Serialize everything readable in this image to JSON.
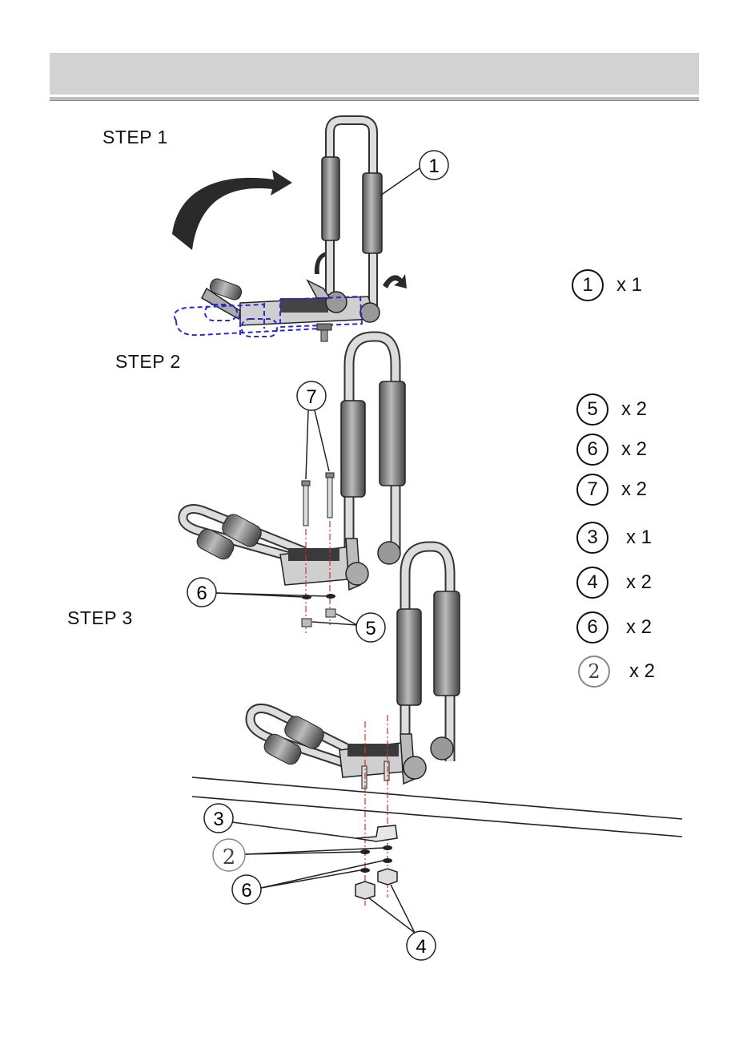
{
  "steps": [
    "STEP 1",
    "STEP 2",
    "STEP 3"
  ],
  "callouts": {
    "c1": "1",
    "c7": "7",
    "c6a": "6",
    "c5": "5",
    "c3": "3",
    "c2": "2",
    "c6b": "6",
    "c4": "4"
  },
  "parts_step1": [
    {
      "num": "1",
      "qty": "x 1"
    }
  ],
  "parts_step2": [
    {
      "num": "5",
      "qty": "x 2"
    },
    {
      "num": "6",
      "qty": "x 2"
    },
    {
      "num": "7",
      "qty": "x 2"
    }
  ],
  "parts_step3": [
    {
      "num": "3",
      "qty": "x 1"
    },
    {
      "num": "4",
      "qty": "x 2"
    },
    {
      "num": "6",
      "qty": "x 2"
    },
    {
      "num": "2",
      "qty": "x 2"
    }
  ],
  "colors": {
    "header": "#d2d2d2",
    "dashed_outline": "#2a2ad0",
    "center_line": "#d83030"
  }
}
